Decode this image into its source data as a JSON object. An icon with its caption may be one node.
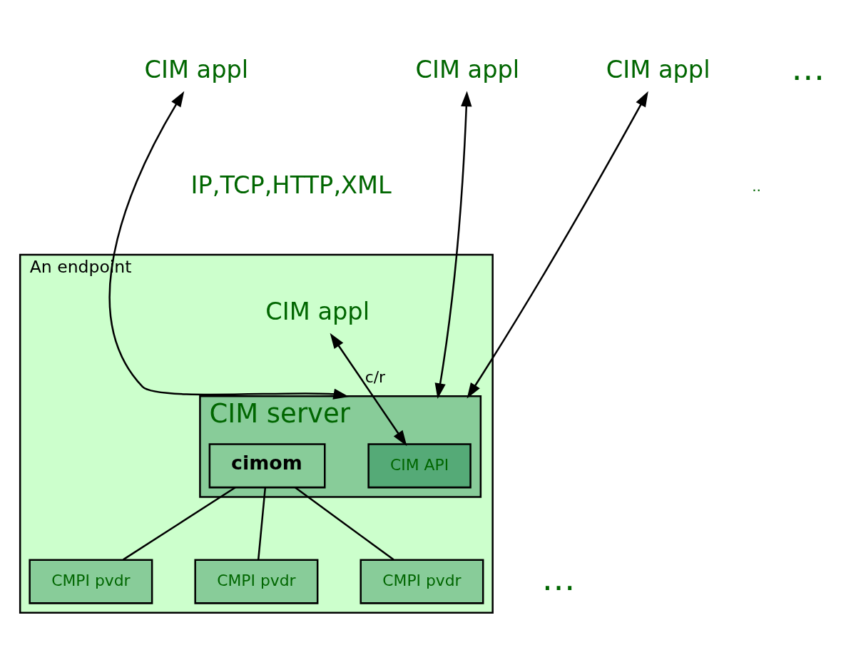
{
  "diagram": {
    "nodes": [
      {
        "text": [
          "An endpoint"
        ]
      },
      {
        "text": [
          "CIM appl"
        ]
      },
      {
        "text": [
          "CIM appl"
        ]
      },
      {
        "text": [
          "CIM appl"
        ]
      },
      {
        "text": [
          "CIM appl"
        ],
        "in": 0
      },
      {
        "text": [
          "CIM server"
        ],
        "in": 0
      },
      {
        "text": [
          "CIM API"
        ],
        "in": 5
      },
      {
        "text": [
          "cimom"
        ],
        "in": 5
      },
      {
        "text": [
          "CMPI pvdr"
        ],
        "in": 0
      },
      {
        "text": [
          "CMPI pvdr"
        ],
        "in": 0
      },
      {
        "text": [
          "CMPI pvdr"
        ],
        "in": 0
      }
    ],
    "edges": [
      {
        "from": 1,
        "to": 5,
        "arrow": "both"
      },
      {
        "from": 2,
        "to": 5,
        "arrow": "both"
      },
      {
        "from": 3,
        "to": 5,
        "arrow": "both"
      },
      {
        "from": 4,
        "to": 6,
        "arrow": "both",
        "label": "c/r"
      },
      {
        "from": 7,
        "to": 8,
        "arrow": "none"
      },
      {
        "from": 7,
        "to": 9,
        "arrow": "none"
      },
      {
        "from": 7,
        "to": 10,
        "arrow": "none"
      }
    ],
    "labels": [
      "…",
      "IP,TCP,HTTP,XML",
      "..",
      "…"
    ]
  }
}
